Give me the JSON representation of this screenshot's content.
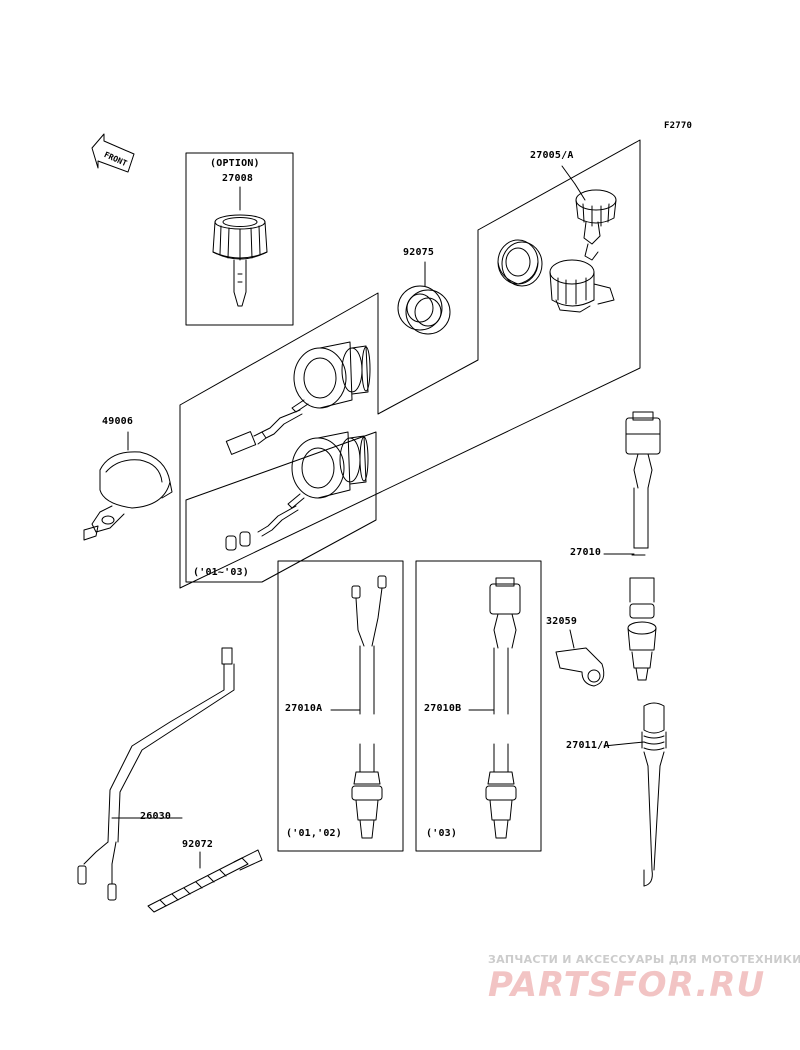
{
  "figure_code": "F2770",
  "front_arrow_text": "FRONT",
  "callouts": {
    "option_note": "(OPTION)",
    "p27008": "27008",
    "p27005A": "27005/A",
    "p92075": "92075",
    "p49006": "49006",
    "p27010": "27010",
    "p32059": "32059",
    "p27011A": "27011/A",
    "p27010A": "27010A",
    "p27010B": "27010B",
    "p26030": "26030",
    "p92072": "92072"
  },
  "year_notes": {
    "y01_03": "('01~'03)",
    "y01_02": "('01,'02)",
    "y03": "('03)"
  },
  "watermark": {
    "tagline": "ЗАПЧАСТИ И АКСЕССУАРЫ ДЛЯ МОТОТЕХНИКИ",
    "logo": "PARTSFOR.RU"
  }
}
